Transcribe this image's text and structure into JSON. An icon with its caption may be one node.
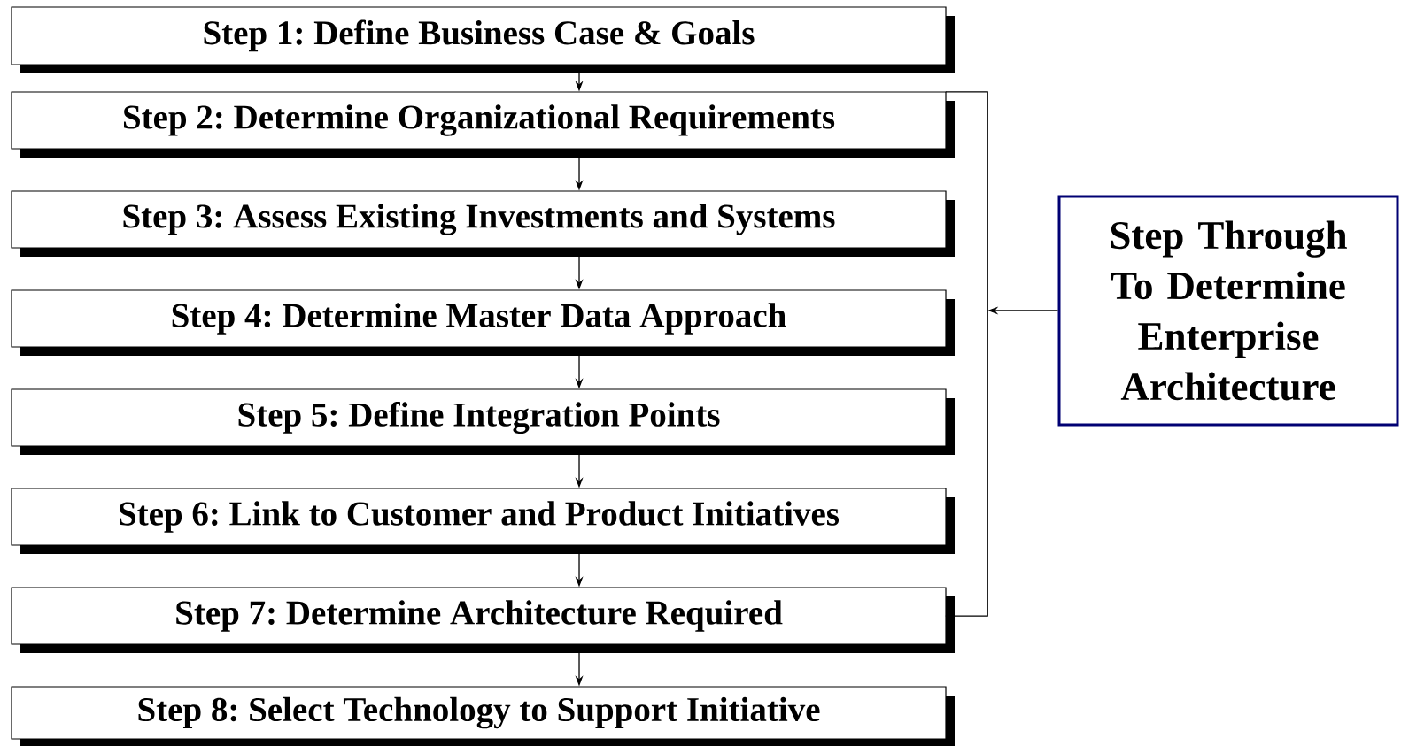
{
  "diagram": {
    "nodes": [
      {
        "text": [
          "Step 1: Define Business Case & Goals"
        ]
      },
      {
        "text": [
          "Step 2: Determine Organizational Requirements"
        ]
      },
      {
        "text": [
          "Step 3: Assess Existing Investments and Systems"
        ]
      },
      {
        "text": [
          "Step 4: Determine Master Data Approach"
        ]
      },
      {
        "text": [
          "Step 5: Define Integration Points"
        ]
      },
      {
        "text": [
          "Step 6: Link to Customer and Product Initiatives"
        ]
      },
      {
        "text": [
          "Step 7: Determine Architecture Required"
        ]
      },
      {
        "text": [
          "Step 8: Select Technology to Support Initiative"
        ]
      },
      {
        "text": [
          "Step Through To Determine Enterprise Architecture"
        ]
      },
      {
        "text": [],
        "shape": "bracket"
      }
    ],
    "edges": [
      {
        "from": 0,
        "to": 1,
        "arrow": "to"
      },
      {
        "from": 1,
        "to": 2,
        "arrow": "to"
      },
      {
        "from": 2,
        "to": 3,
        "arrow": "to"
      },
      {
        "from": 3,
        "to": 4,
        "arrow": "to"
      },
      {
        "from": 4,
        "to": 5,
        "arrow": "to"
      },
      {
        "from": 5,
        "to": 6,
        "arrow": "to"
      },
      {
        "from": 6,
        "to": 7,
        "arrow": "to"
      },
      {
        "from": 8,
        "to": 9,
        "arrow": "to"
      }
    ]
  }
}
